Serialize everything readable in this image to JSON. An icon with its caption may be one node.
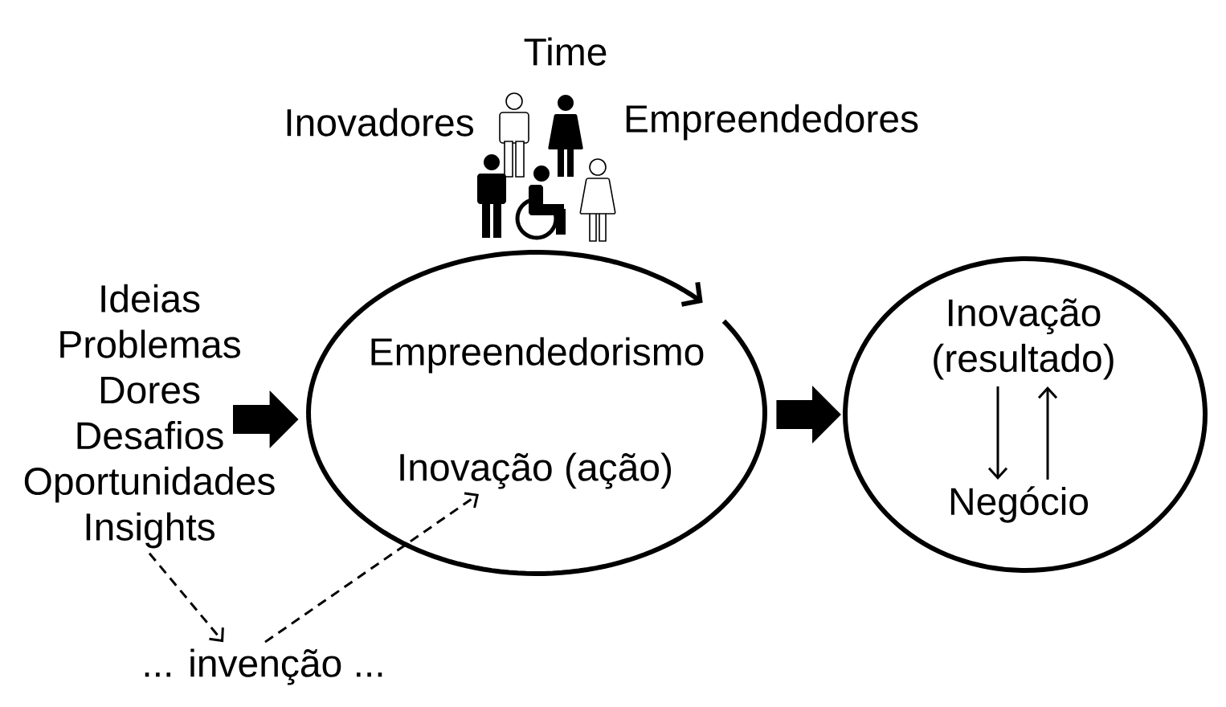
{
  "diagram": {
    "nodes": [
      {
        "text": [
          "Ideias",
          "Problemas",
          "Dores",
          "Desafios",
          "Oportunidades",
          "Insights"
        ]
      },
      {
        "text": [],
        "shape": "ellipse"
      },
      {
        "text": [
          "Empreendedorismo"
        ],
        "in": 1
      },
      {
        "text": [
          "Inovação (ação)"
        ],
        "in": 1
      },
      {
        "text": [],
        "shape": "ellipse"
      },
      {
        "text": [
          "Inovação (resultado)"
        ],
        "in": 4
      },
      {
        "text": [
          "Negócio"
        ],
        "in": 4
      },
      {
        "text": [
          "... invenção ..."
        ]
      }
    ],
    "edges": [
      {
        "from": 0,
        "to": 1,
        "arrow": "to",
        "style": "thick"
      },
      {
        "from": 1,
        "to": 4,
        "arrow": "to",
        "style": "thick"
      },
      {
        "from": 0,
        "to": 7,
        "arrow": "to",
        "style": "dashed"
      },
      {
        "from": 7,
        "to": 3,
        "arrow": "to",
        "style": "dashed"
      },
      {
        "from": 5,
        "to": 6,
        "arrow": "to"
      },
      {
        "from": 6,
        "to": 5,
        "arrow": "to"
      }
    ],
    "labels": [
      "Time",
      "Inovadores",
      "Empreendedores"
    ]
  }
}
